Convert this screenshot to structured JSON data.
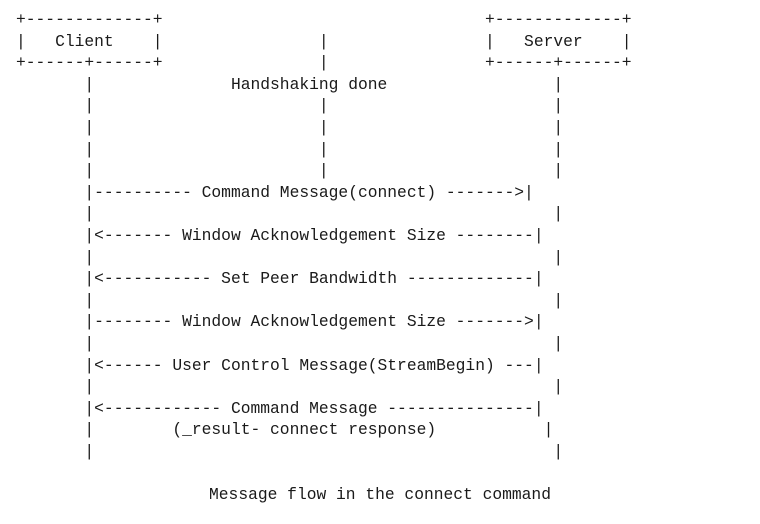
{
  "diagram": {
    "lines": [
      "+-------------+                                 +-------------+",
      "|   Client    |                |                |   Server    |",
      "+------+------+                |                +------+------+",
      "       |              Handshaking done                 |",
      "       |                       |                       |",
      "       |                       |                       |",
      "       |                       |                       |",
      "       |                       |                       |",
      "       |---------- Command Message(connect) ------->|",
      "       |                                               |",
      "       |<------- Window Acknowledgement Size --------|",
      "       |                                               |",
      "       |<----------- Set Peer Bandwidth -------------|",
      "       |                                               |",
      "       |-------- Window Acknowledgement Size ------->|",
      "       |                                               |",
      "       |<------ User Control Message(StreamBegin) ---|",
      "       |                                               |",
      "       |<------------ Command Message ---------------|",
      "       |        (_result- connect response)           |",
      "       |                                               |"
    ]
  },
  "caption": "Message flow in the connect command"
}
